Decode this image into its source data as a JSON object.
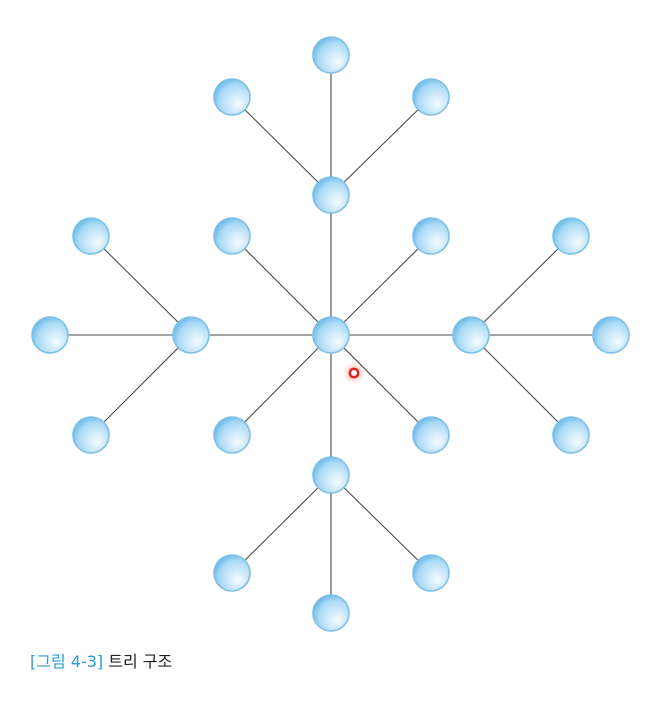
{
  "figure": {
    "caption_label": "[그림 4-3]",
    "caption_text": "트리 구조"
  },
  "tree": {
    "root": "center",
    "children_of_root": [
      "top-hub",
      "right-hub",
      "bottom-hub",
      "left-hub",
      "ul-leaf",
      "ur-leaf",
      "lr-leaf",
      "ll-leaf"
    ],
    "hubs": {
      "top-hub": 3,
      "right-hub": 3,
      "bottom-hub": 3,
      "left-hub": 3
    },
    "total_nodes": 21
  },
  "colors": {
    "node_fill_light": "#f4fbff",
    "node_fill_mid": "#a9d9f5",
    "node_fill_dark": "#5fb3e6",
    "node_ring": "#7cc0e8",
    "edge": "#4a4a4a",
    "caption_label": "#2a9bd6",
    "pointer": "#e0201a"
  }
}
